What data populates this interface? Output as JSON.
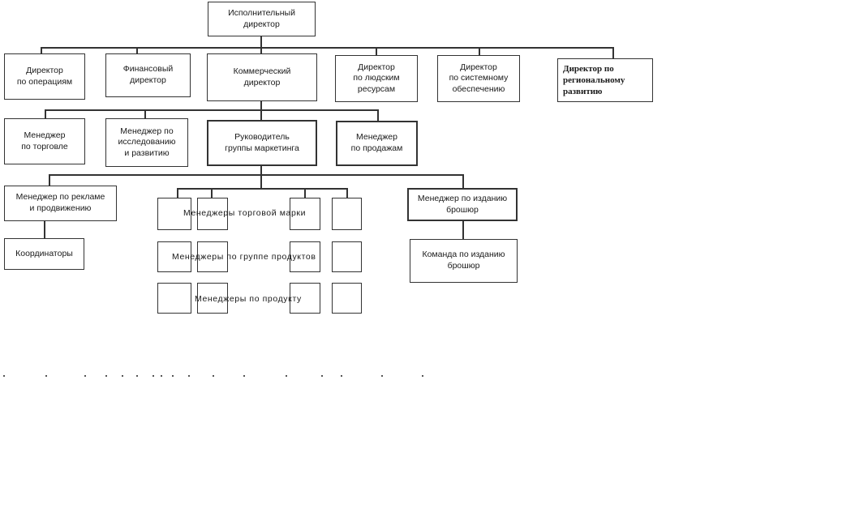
{
  "diagram": {
    "level0": {
      "ceo": "Исполнительный\nдиректор"
    },
    "level1": {
      "ops": "Директор\nпо операциям",
      "fin": "Финансовый\nдиректор",
      "com": "Коммерческий\nдиректор",
      "hr": "Директор\nпо людским\nресурсам",
      "sys": "Директор\nпо системному\nобеспечению",
      "reg": "Директор по\nрегиональному\nразвитию"
    },
    "level2": {
      "trade": "Менеджер\nпо торговле",
      "rnd": "Менеджер по\nисследованию\nи развитию",
      "mkt": "Руководитель\nгруппы маркетинга",
      "sales": "Менеджер\nпо продажам"
    },
    "level3": {
      "ads": "Менеджер по рекламе\nи продвижению",
      "coord": "Координаторы",
      "brochure_mgr": "Менеджер по изданию\nброшюр",
      "brochure_team": "Команда по изданию\nброшюр"
    },
    "matrix": {
      "brand": "Менеджеры торговой марки",
      "group": "Менеджеры по группе продуктов",
      "product": "Менеджеры по продукту"
    }
  },
  "colors": {
    "line": "#333333",
    "background": "#ffffff"
  }
}
